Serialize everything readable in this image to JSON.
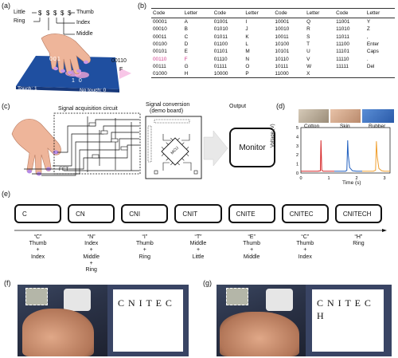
{
  "panels": {
    "a": "(a)",
    "b": "(b)",
    "c": "(c)",
    "d": "(d)",
    "e": "(e)",
    "f": "(f)",
    "g": "(g)"
  },
  "panel_a": {
    "finger_labels": {
      "little": "Little",
      "ring": "Ring",
      "thumb": "Thumb",
      "index": "Index",
      "middle": "Middle"
    },
    "code_value": "00110",
    "code_letter": "F",
    "touch_label": "Touch: 1",
    "no_touch_label": "No touch: 0",
    "pad_digits": [
      "0",
      "0",
      "1",
      "1",
      "0"
    ]
  },
  "panel_b": {
    "headers": [
      "Code",
      "Letter",
      "Code",
      "Letter",
      "Code",
      "Letter",
      "Code",
      "Letter"
    ],
    "rows": [
      [
        "00001",
        "A",
        "01001",
        "I",
        "10001",
        "Q",
        "11001",
        "Y"
      ],
      [
        "00010",
        "B",
        "01010",
        "J",
        "10010",
        "R",
        "11010",
        "Z"
      ],
      [
        "00011",
        "C",
        "01011",
        "K",
        "10011",
        "S",
        "11011",
        ","
      ],
      [
        "00100",
        "D",
        "01100",
        "L",
        "10100",
        "T",
        "11100",
        "Enter"
      ],
      [
        "00101",
        "E",
        "01101",
        "M",
        "10101",
        "U",
        "11101",
        "Caps"
      ],
      [
        "00110",
        "F",
        "01110",
        "N",
        "10110",
        "V",
        "11110",
        "."
      ],
      [
        "00111",
        "G",
        "01111",
        "O",
        "10111",
        "W",
        "11111",
        "Del"
      ],
      [
        "01000",
        "H",
        "10000",
        "P",
        "11000",
        "X",
        "",
        ""
      ]
    ],
    "highlight_row": 5
  },
  "panel_c": {
    "signal_acquisition": "Signal acquisition circuit",
    "signal_conversion": "Signal conversion",
    "demo_board": "(demo board)",
    "output": "Output",
    "monitor": "Monitor",
    "fet": "FET",
    "mcu": "MCU"
  },
  "panel_d": {
    "materials": [
      "Cotton",
      "Skin",
      "Rubber"
    ],
    "ylabel": "Voltage (V)",
    "xlabel": "Time (s)",
    "y_ticks": [
      "5",
      "4",
      "3",
      "2",
      "1",
      "0"
    ],
    "x_ticks": [
      "0",
      "1",
      "2",
      "3"
    ]
  },
  "chart_data": {
    "type": "line",
    "xlabel": "Time (s)",
    "ylabel": "Voltage (V)",
    "xlim": [
      0,
      3.2
    ],
    "ylim": [
      0,
      5
    ],
    "series": [
      {
        "color": "#d62728",
        "x": [
          0,
          0.35,
          0.6,
          0.7,
          0.72,
          0.75,
          0.8,
          1.0,
          1.2
        ],
        "y": [
          0.2,
          0.2,
          0.2,
          0.25,
          3.6,
          0.3,
          0.2,
          0.2,
          0.2
        ]
      },
      {
        "color": "#1f5fbf",
        "x": [
          1.2,
          1.4,
          1.6,
          1.65,
          1.68,
          1.7,
          1.75,
          1.85,
          2.0,
          2.2
        ],
        "y": [
          0.2,
          0.2,
          0.2,
          0.3,
          3.6,
          2.0,
          0.6,
          0.25,
          0.2,
          0.2
        ]
      },
      {
        "color": "#f0a030",
        "x": [
          2.2,
          2.4,
          2.6,
          2.68,
          2.71,
          2.74,
          2.8,
          2.9,
          3.0,
          3.2
        ],
        "y": [
          0.2,
          0.2,
          0.2,
          0.3,
          3.5,
          1.8,
          0.5,
          0.25,
          0.2,
          0.2
        ]
      }
    ]
  },
  "panel_e": {
    "boxes": [
      "C",
      "CN",
      "CNI",
      "CNIT",
      "CNITE",
      "CNITEC",
      "CNITECH"
    ],
    "letters": [
      "“C”",
      "“N”",
      "“I”",
      "“T”",
      "“E”",
      "“C”",
      "“H”"
    ],
    "gestures": [
      [
        "Thumb",
        "+",
        "Index"
      ],
      [
        "Index",
        "+",
        "Middle",
        "+",
        "Ring"
      ],
      [
        "Thumb",
        "+",
        "Ring"
      ],
      [
        "Middle",
        "+",
        "Little"
      ],
      [
        "Thumb",
        "+",
        "Middle"
      ],
      [
        "Thumb",
        "+",
        "Index"
      ],
      [
        "Ring"
      ]
    ]
  },
  "panel_f": {
    "screen_text": "C N I T E C"
  },
  "panel_g": {
    "screen_text": "C N I T E C",
    "screen_text2": "H"
  }
}
